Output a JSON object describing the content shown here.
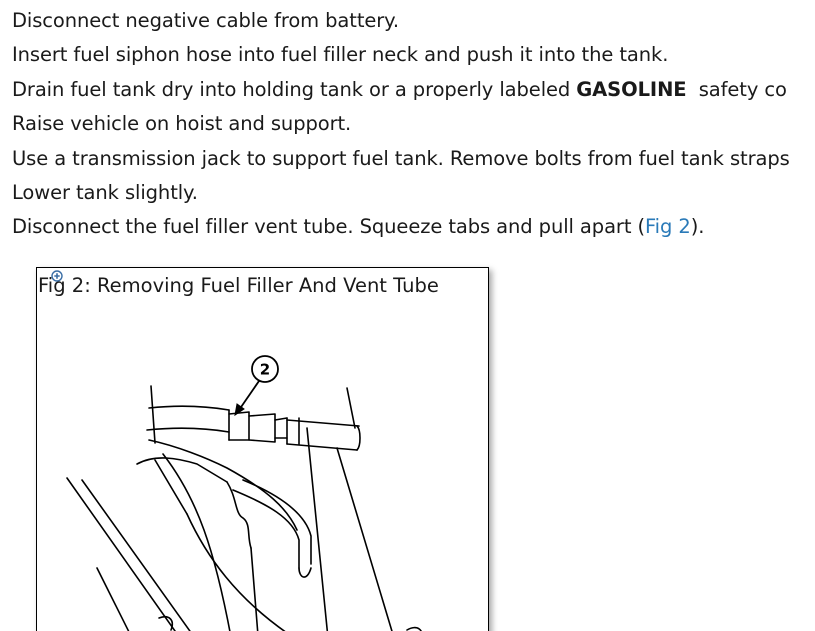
{
  "steps": [
    {
      "text": "Disconnect negative cable from battery."
    },
    {
      "text": "Insert fuel siphon hose into fuel filler neck and push it into the tank."
    },
    {
      "before": "Drain fuel tank dry into holding tank or a properly labeled ",
      "strong": "GASOLINE",
      "after": "  safety co"
    },
    {
      "text": "Raise vehicle on hoist and support."
    },
    {
      "text": "Use a transmission jack to support fuel tank. Remove bolts from fuel tank straps"
    },
    {
      "text": "Lower tank slightly."
    },
    {
      "before": "Disconnect the fuel filler vent tube. Squeeze tabs and pull apart (",
      "link": "Fig 2",
      "after": ")."
    }
  ],
  "figure": {
    "caption": "Fig 2: Removing Fuel Filler And Vent Tube",
    "callout": "2",
    "zoom_icon": "zoom-in-icon"
  },
  "colors": {
    "text": "#1a1a1a",
    "link": "#2a7ab8"
  }
}
